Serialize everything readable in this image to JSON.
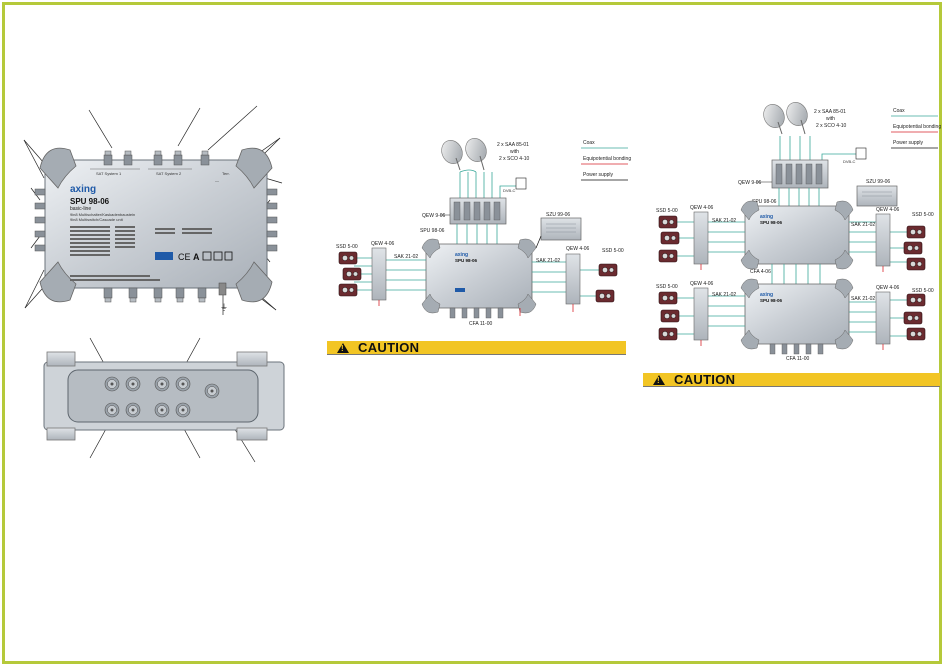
{
  "device": {
    "brand": "axing",
    "model": "SPU 98-06",
    "series": "basic-line",
    "subtitle_de": "9in8 Multischalter/Kaskadenbaustein",
    "subtitle_en": "9in8 Multiswitch/Cascade unit",
    "sat_label_1": "SAT System 1",
    "sat_label_2": "SAT System 2",
    "terr_label": "Terr."
  },
  "diagram1": {
    "dish_label_line1": "2 x SAA 85-01",
    "dish_label_line2": "with",
    "dish_label_line3": "2 x SCO 4-10",
    "dvbc": "DVB-C",
    "qew": "QEW 9-06",
    "spu": "SPU 98-06",
    "szu": "SZU 99-06",
    "ssd_left": "SSD 5-00",
    "ssd_right": "SSD 5-00",
    "qew_left": "QEW 4-06",
    "qew_right": "QEW 4-06",
    "sak_left": "SAK 21-02",
    "sak_right": "SAK 21-02",
    "cfa": "CFA 11-00"
  },
  "diagram2": {
    "dish_label_line1": "2 x SAA 85-01",
    "dish_label_line2": "with",
    "dish_label_line3": "2 x SCO 4-10",
    "dvbc": "DVB-C",
    "qew": "QEW 9-06",
    "spu": "SPU 98-06",
    "szu": "SZU 99-06",
    "ssd_l1": "SSD 5-00",
    "ssd_r1": "SSD 5-00",
    "ssd_l2": "SSD 5-00",
    "ssd_r2": "SSD 5-00",
    "qew_l1": "QEW 4-06",
    "qew_r1": "QEW 4-06",
    "qew_l2": "QEW 4-06",
    "qew_r2": "QEW 4-06",
    "sak_l1": "SAK 21-02",
    "sak_r1": "SAK 21-02",
    "sak_l2": "SAK 21-02",
    "sak_r2": "SAK 21-02",
    "cfa_top": "CFA 4-06",
    "cfa_bottom": "CFA 11-00"
  },
  "legend": {
    "coax": "Coax",
    "bonding": "Equipotential bonding",
    "power": "Power supply"
  },
  "colors": {
    "frame": "#b5c93a",
    "coax": "#3aa89a",
    "bonding": "#d8252c",
    "power": "#111111",
    "caution": "#f2c524"
  },
  "caution": {
    "left": "CAUTION",
    "right": "CAUTION"
  }
}
